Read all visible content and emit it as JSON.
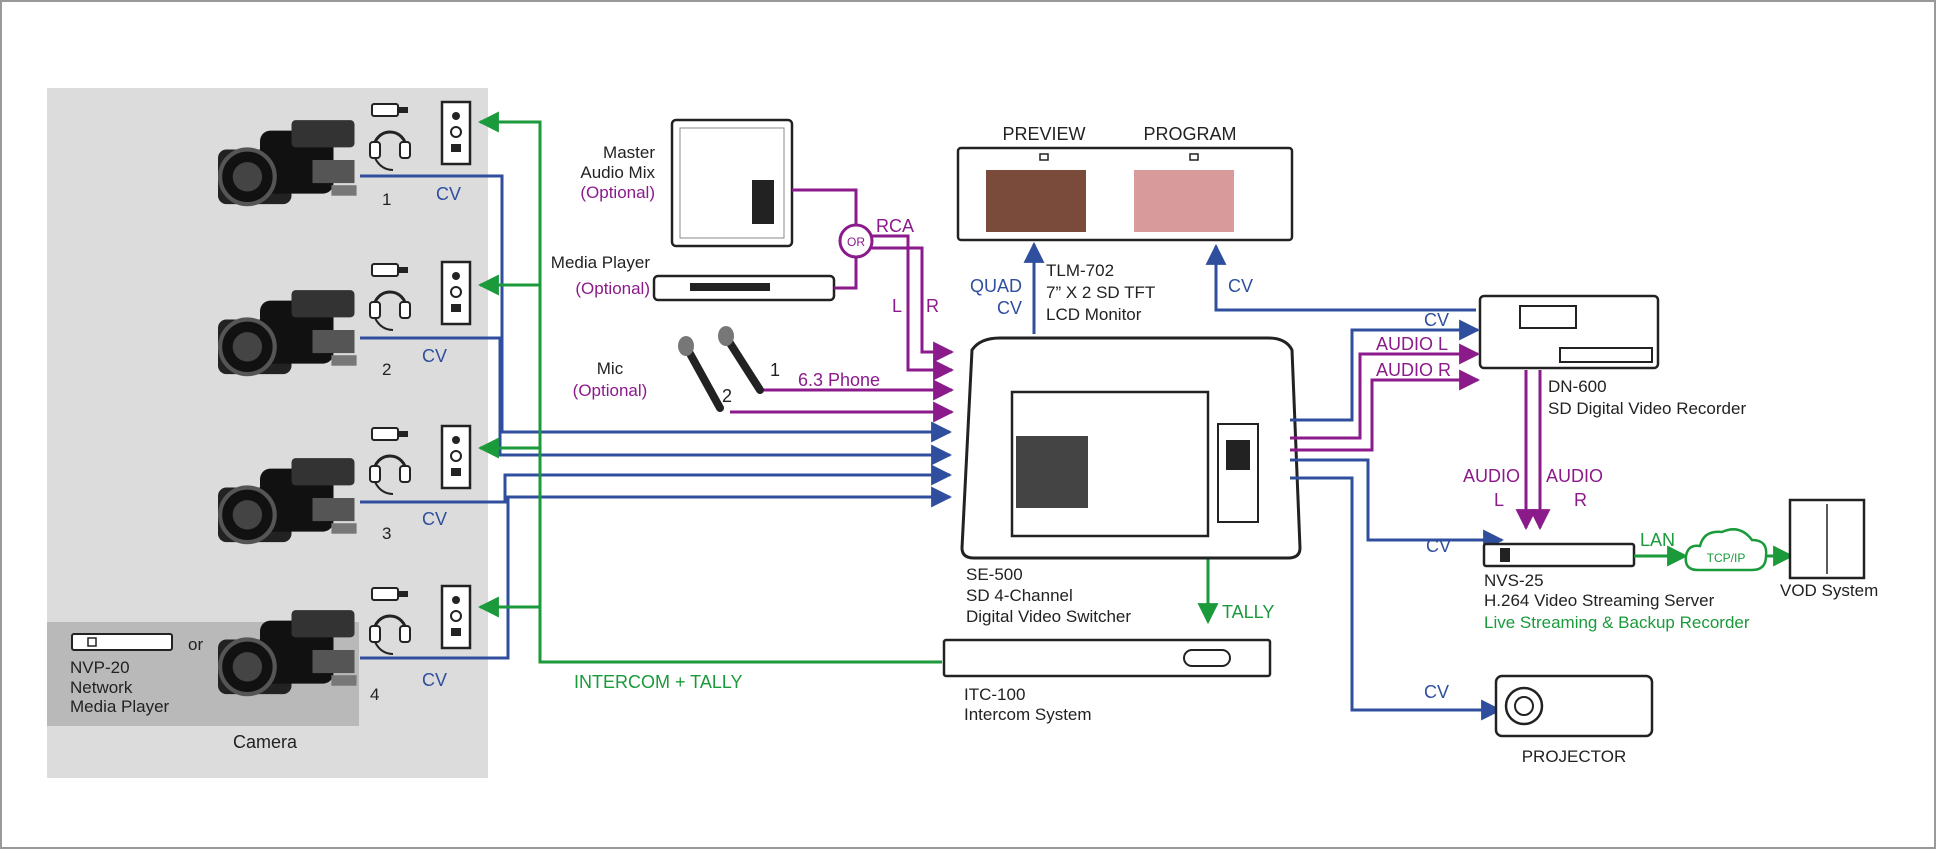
{
  "colors": {
    "cv_line": "#2f4f9e",
    "audio_line": "#8b1a8b",
    "tally_line": "#1a9a3a",
    "camera_panel_bg": "#dcdcdc",
    "nvp_panel_bg": "#b9b9b9"
  },
  "cameras": {
    "panel_label": "Camera",
    "items": [
      {
        "number": "1",
        "signal": "CV"
      },
      {
        "number": "2",
        "signal": "CV"
      },
      {
        "number": "3",
        "signal": "CV"
      },
      {
        "number": "4",
        "signal": "CV"
      }
    ],
    "alt_or": "or",
    "nvp": {
      "model": "NVP-20",
      "line1": "Network",
      "line2": "Media Player"
    }
  },
  "audio_sources": {
    "mixer": {
      "line1": "Master",
      "line2": "Audio Mix",
      "opt": "(Optional)"
    },
    "media_player": {
      "line1": "Media Player",
      "opt": "(Optional)"
    },
    "mic": {
      "line1": "Mic",
      "opt": "(Optional)",
      "n1": "1",
      "n2": "2",
      "connector": "6.3 Phone"
    },
    "or_badge": "OR",
    "rca": "RCA",
    "l": "L",
    "r": "R"
  },
  "monitor": {
    "preview": "PREVIEW",
    "program": "PROGRAM",
    "model": "TLM-702",
    "line2": "7”  X 2 SD TFT",
    "line3": "LCD Monitor",
    "quad1": "QUAD",
    "quad2": "CV",
    "cv": "CV"
  },
  "switcher": {
    "model": "SE-500",
    "line2": "SD 4-Channel",
    "line3": "Digital Video Switcher",
    "tally": "TALLY"
  },
  "recorder": {
    "model": "DN-600",
    "line2": "SD Digital Video Recorder",
    "cv": "CV",
    "audio_l": "AUDIO L",
    "audio_r": "AUDIO R",
    "out_audio_l1": "AUDIO",
    "out_audio_l2": "L",
    "out_audio_r1": "AUDIO",
    "out_audio_r2": "R"
  },
  "streaming": {
    "cv": "CV",
    "model": "NVS-25",
    "line2": "H.264 Video Streaming Server",
    "line3": "Live Streaming & Backup Recorder",
    "lan": "LAN",
    "cloud": "TCP/IP",
    "vod": "VOD System"
  },
  "intercom": {
    "model": "ITC-100",
    "line2": "Intercom System",
    "bus": "INTERCOM + TALLY"
  },
  "projector": {
    "cv": "CV",
    "label": "PROJECTOR"
  }
}
